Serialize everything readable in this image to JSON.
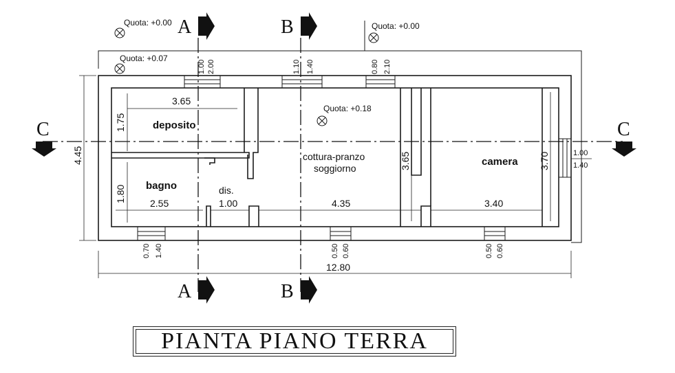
{
  "title": "PIANTA PIANO TERRA",
  "rooms": {
    "deposito": "deposito",
    "bagno": "bagno",
    "dis": "dis.",
    "cottura": "cottura-pranzo",
    "soggiorno": "soggiorno",
    "camera": "camera"
  },
  "quota": {
    "q1": "Quota: +0.00",
    "q2": "Quota: +0.07",
    "q3": "Quota: +0.00",
    "q4": "Quota: +0.18"
  },
  "sections": {
    "a": "A",
    "b": "B",
    "c": "C"
  },
  "dimensions": {
    "overall_width": "12.80",
    "overall_height": "4.45",
    "deposito_width": "3.65",
    "deposito_height": "1.75",
    "bagno_height": "1.80",
    "bagno_width": "2.55",
    "dis_width": "1.00",
    "cottura_width": "4.35",
    "camera_width": "3.40",
    "cottura_height": "3.65",
    "camera_height": "3.70",
    "win_top1_a": "1.00",
    "win_top1_b": "2.00",
    "win_top2_a": "1.10",
    "win_top2_b": "1.40",
    "win_top3_a": "0.80",
    "win_top3_b": "2.10",
    "win_right_a": "1.00",
    "win_right_b": "1.40",
    "win_bot1_a": "0.70",
    "win_bot1_b": "1.40",
    "win_bot2_a": "0.50",
    "win_bot2_b": "0.60",
    "win_bot3_a": "0.50",
    "win_bot3_b": "0.60"
  }
}
